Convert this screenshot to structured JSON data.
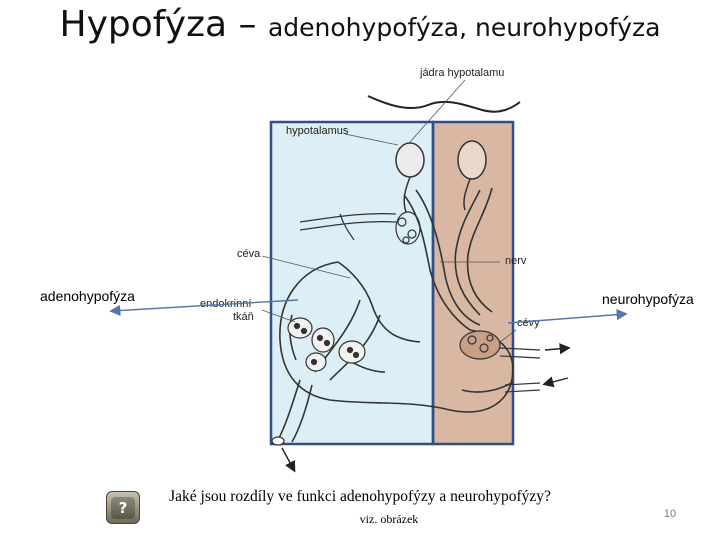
{
  "slide": {
    "title_main": "Hypofýza – ",
    "title_sub": "adenohypofýza, neurohypofýza",
    "left_label": "adenohypofýza",
    "right_label": "neurohypofýza",
    "question": "Jaké jsou rozdíly ve funkci adenohypofýzy a neurohypofýzy?",
    "note": "viz. obrázek",
    "slide_number": "10",
    "help_icon": "question-mark-icon",
    "help_glyph": "?"
  },
  "figure": {
    "labels": {
      "jadra": "jádra hypotalamu",
      "hypotalamus": "hypotalamus",
      "ceva": "céva",
      "nerv": "nerv",
      "endokrinni1": "endokrinní",
      "endokrinni2": "tkáň",
      "cevy": "cévy"
    },
    "colors": {
      "adeno_region": "#dceef6",
      "neuro_region": "#d9b8a3",
      "frame": "#2f4e8a",
      "arrow": "#5576a8"
    }
  }
}
